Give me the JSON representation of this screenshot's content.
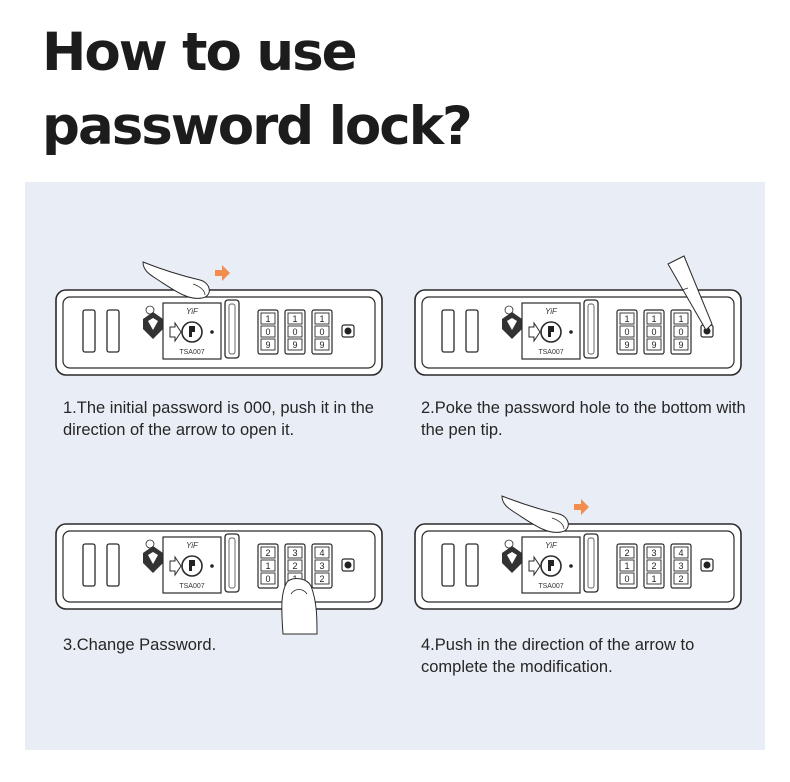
{
  "title": {
    "line1": "How to use",
    "line2": "password lock?"
  },
  "colors": {
    "panel_bg": "#e9edf5",
    "arrow": "#f28c4f",
    "line": "#2a2a2a"
  },
  "lock": {
    "brand": "YiF",
    "model": "TSA007"
  },
  "steps": [
    {
      "text": "1.The initial password is 000, push it in the direction of the arrow to open it.",
      "dials": [
        [
          "1",
          "0",
          "9"
        ],
        [
          "1",
          "0",
          "9"
        ],
        [
          "1",
          "0",
          "9"
        ]
      ]
    },
    {
      "text": "2.Poke the password hole to the bottom with the pen tip.",
      "dials": [
        [
          "1",
          "0",
          "9"
        ],
        [
          "1",
          "0",
          "9"
        ],
        [
          "1",
          "0",
          "9"
        ]
      ]
    },
    {
      "text": "3.Change Password.",
      "dials": [
        [
          "2",
          "1",
          "0"
        ],
        [
          "3",
          "2",
          "1"
        ],
        [
          "4",
          "3",
          "2"
        ]
      ]
    },
    {
      "text": "4.Push in the direction of the arrow to complete the modification.",
      "dials": [
        [
          "2",
          "1",
          "0"
        ],
        [
          "3",
          "2",
          "1"
        ],
        [
          "4",
          "3",
          "2"
        ]
      ]
    }
  ]
}
